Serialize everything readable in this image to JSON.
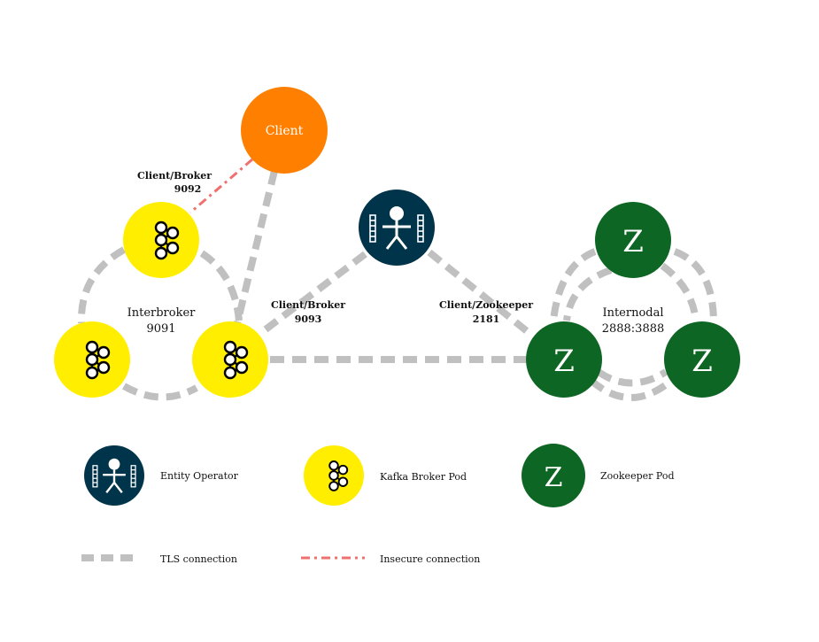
{
  "colors": {
    "client": "#ff8000",
    "broker": "#ffee00",
    "zookeeper": "#0d6623",
    "operator": "#00344a",
    "tls": "#c0c0c0",
    "insecure": "#f07070"
  },
  "nodes": {
    "client": {
      "label": "Client"
    },
    "zookeeper_letter": "Z"
  },
  "edge_labels": {
    "client_broker_9092": {
      "line1": "Client/Broker",
      "line2": "9092"
    },
    "interbroker": {
      "line1": "Interbroker",
      "line2": "9091"
    },
    "client_broker_9093": {
      "line1": "Client/Broker",
      "line2": "9093"
    },
    "client_zookeeper": {
      "line1": "Client/Zookeeper",
      "line2": "2181"
    },
    "internodal": {
      "line1": "Internodal",
      "line2": "2888:3888"
    }
  },
  "legend": {
    "entity_operator": "Entity Operator",
    "kafka_broker_pod": "Kafka Broker Pod",
    "zookeeper_pod": "Zookeeper Pod",
    "tls_connection": "TLS connection",
    "insecure_connection": "Insecure connection"
  }
}
